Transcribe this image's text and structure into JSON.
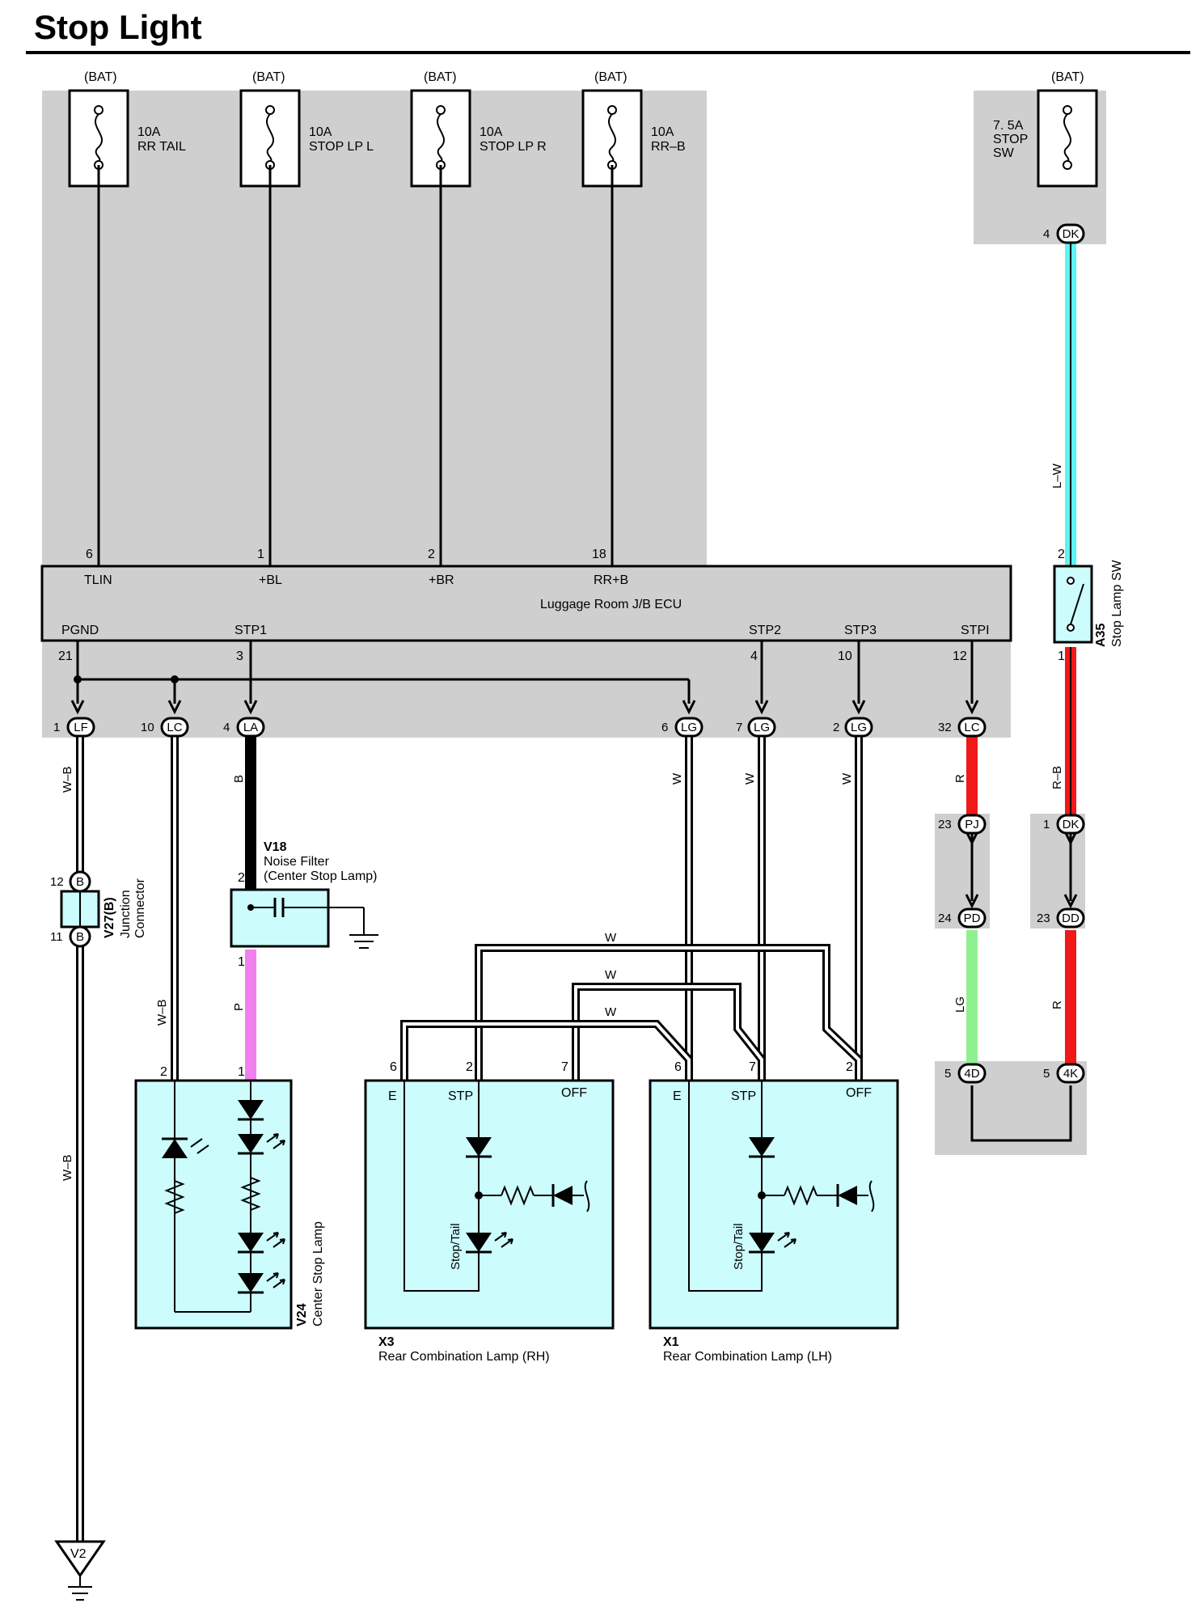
{
  "title": "Stop Light",
  "colors": {
    "panel_gray": "#cfcfcf",
    "component_fill": "#ccfcfc",
    "wire_lw": "#5cf4f4",
    "wire_r": "#f01818",
    "wire_lg": "#90f090",
    "wire_p": "#f080f0",
    "wire_b": "#000000",
    "wire_w": "#ffffff"
  },
  "fuses": [
    {
      "source": "(BAT)",
      "rating": "10A",
      "name": "RR TAIL"
    },
    {
      "source": "(BAT)",
      "rating": "10A",
      "name": "STOP LP L"
    },
    {
      "source": "(BAT)",
      "rating": "10A",
      "name": "STOP LP R"
    },
    {
      "source": "(BAT)",
      "rating": "10A",
      "name": "RR–B"
    },
    {
      "source": "(BAT)",
      "rating": "7. 5A",
      "name_lines": [
        "STOP",
        "SW"
      ]
    }
  ],
  "ecu": {
    "name": "Luggage Room J/B ECU",
    "top_pins": [
      {
        "num": "6",
        "label": "TLIN"
      },
      {
        "num": "1",
        "label": "+BL"
      },
      {
        "num": "2",
        "label": "+BR"
      },
      {
        "num": "18",
        "label": "RR+B"
      }
    ],
    "bottom_pins": [
      {
        "num": "21",
        "label": "PGND"
      },
      {
        "num": "3",
        "label": "STP1"
      },
      {
        "num": "4",
        "label": "STP2"
      },
      {
        "num": "10",
        "label": "STP3"
      },
      {
        "num": "12",
        "label": "STPI"
      }
    ]
  },
  "connectors": [
    {
      "pin": "1",
      "id": "LF"
    },
    {
      "pin": "10",
      "id": "LC"
    },
    {
      "pin": "4",
      "id": "LA"
    },
    {
      "pin": "6",
      "id": "LG"
    },
    {
      "pin": "7",
      "id": "LG"
    },
    {
      "pin": "2",
      "id": "LG"
    },
    {
      "pin": "32",
      "id": "LC"
    },
    {
      "pin": "4",
      "id": "DK"
    },
    {
      "pin": "23",
      "id": "PJ"
    },
    {
      "pin": "24",
      "id": "PD"
    },
    {
      "pin": "1",
      "id": "DK"
    },
    {
      "pin": "23",
      "id": "DD"
    },
    {
      "pin": "5",
      "id": "4D"
    },
    {
      "pin": "5",
      "id": "4K"
    },
    {
      "pin": "12",
      "id": "B"
    },
    {
      "pin": "11",
      "id": "B"
    }
  ],
  "wire_labels": [
    "W–B",
    "W–B",
    "W–B",
    "B",
    "P",
    "W",
    "W",
    "W",
    "W",
    "W",
    "W",
    "R",
    "LG",
    "L–W",
    "R–B",
    "R"
  ],
  "stop_switch": {
    "code": "A35",
    "name": "Stop Lamp SW",
    "pin_top": "2",
    "pin_bottom": "1"
  },
  "noise_filter": {
    "code": "V18",
    "name_line1": "Noise Filter",
    "name_line2": "(Center Stop Lamp)",
    "pin_top": "2",
    "pin_bottom": "1"
  },
  "junction": {
    "code": "V27(B)",
    "name_line1": "Junction",
    "name_line2": "Connector"
  },
  "center_lamp": {
    "code": "V24",
    "name": "Center Stop Lamp",
    "pin_left": "2",
    "pin_right": "1"
  },
  "rear_rh": {
    "code": "X3",
    "name": "Rear Combination Lamp (RH)",
    "pins": [
      "6",
      "2",
      "7"
    ],
    "terms": [
      "E",
      "STP",
      "OFF"
    ],
    "inner": "Stop/Tail"
  },
  "rear_lh": {
    "code": "X1",
    "name": "Rear Combination Lamp (LH)",
    "pins": [
      "6",
      "7",
      "2"
    ],
    "terms": [
      "E",
      "STP",
      "OFF"
    ],
    "inner": "Stop/Tail"
  },
  "ground": "V2"
}
